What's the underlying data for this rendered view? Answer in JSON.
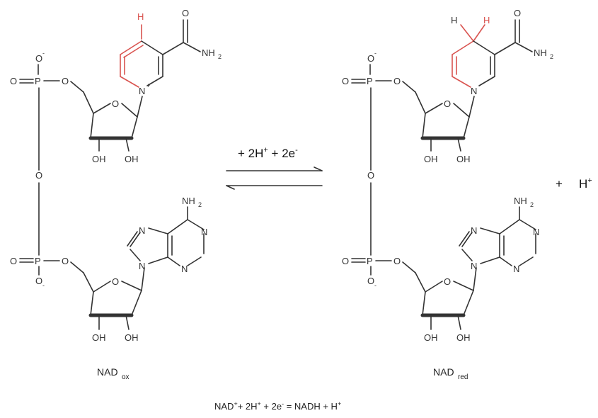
{
  "molecule_left": {
    "label_main": "NAD",
    "label_sub": "ox",
    "ring_hydrogen": "H",
    "ring_nitrogen_charge": "+"
  },
  "molecule_right": {
    "label_main": "NAD",
    "label_sub": "red",
    "ring_hydrogen_1": "H",
    "ring_hydrogen_2": "H"
  },
  "atoms": {
    "O": "O",
    "P": "P",
    "N": "N",
    "NH": "NH",
    "NH_sub": "2",
    "OH": "OH",
    "minus": "-"
  },
  "reaction": {
    "above_arrow_prefix": "+ 2H",
    "above_arrow_sup1": "+",
    "above_arrow_mid": " + 2e",
    "above_arrow_sup2": "-",
    "product_plus": "+",
    "product_H": "H",
    "product_H_sup": "+"
  },
  "equation": {
    "part1": "NAD",
    "sup1": "+",
    "part2": "+ 2H",
    "sup2": "+",
    "part3": " + 2e",
    "sup3": "-",
    "part4": " = NADH + H",
    "sup4": "+"
  },
  "colors": {
    "bond": "#333333",
    "highlight": "#d9534f"
  }
}
